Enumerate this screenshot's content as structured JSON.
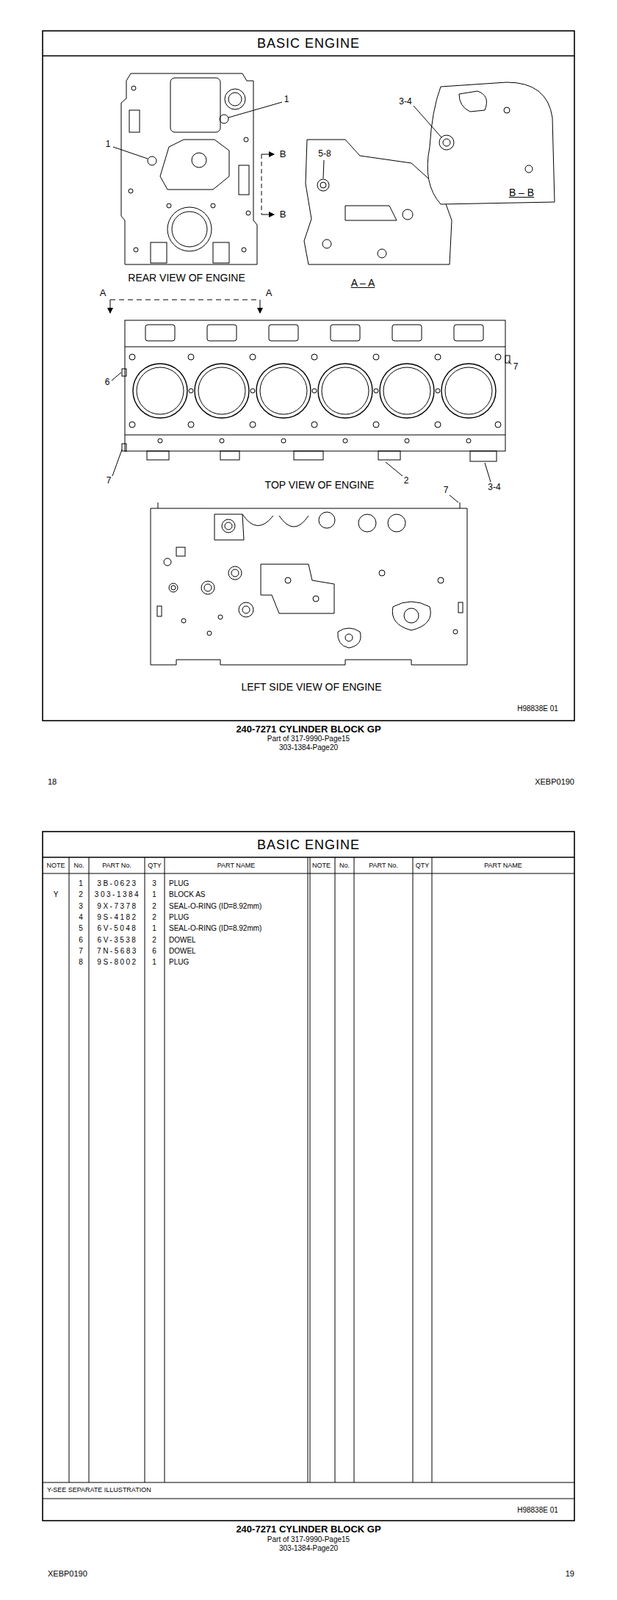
{
  "diagram": {
    "title": "BASIC ENGINE",
    "labels": [
      "1",
      "1",
      "3-4",
      "5-8",
      "B",
      "B",
      "REAR VIEW OF ENGINE",
      "A – A",
      "B – B",
      "A",
      "A",
      "6",
      "7",
      "7",
      "2",
      "3-4",
      "TOP VIEW OF ENGINE",
      "7",
      "LEFT SIDE VIEW OF ENGINE",
      "H98838E 01",
      "240-7271 CYLINDER BLOCK GP",
      "Part of 317-9990-Page15",
      "303-1384-Page20",
      "18",
      "XEBP0190",
      "BASIC ENGINE",
      "NOTE",
      "No.",
      "PART No.",
      "QTY",
      "PART NAME",
      "NOTE",
      "No.",
      "PART No.",
      "QTY",
      "PART NAME",
      "1",
      "3B-0623",
      "3",
      "PLUG",
      "Y",
      "2",
      "303-1384",
      "1",
      "BLOCK AS",
      "3",
      "9X-7378",
      "2",
      "SEAL-O-RING (ID=8.92mm)",
      "4",
      "9S-4182",
      "2",
      "PLUG",
      "5",
      "6V-5048",
      "1",
      "SEAL-O-RING (ID=8.92mm)",
      "6",
      "6V-3538",
      "2",
      "DOWEL",
      "7",
      "7N-5683",
      "6",
      "DOWEL",
      "8",
      "9S-8002",
      "1",
      "PLUG",
      "Y-SEE SEPARATE ILLUSTRATION",
      "H98838E 01",
      "240-7271 CYLINDER BLOCK GP",
      "Part of 317-9990-Page15",
      "303-1384-Page20",
      "XEBP0190",
      "19"
    ]
  }
}
